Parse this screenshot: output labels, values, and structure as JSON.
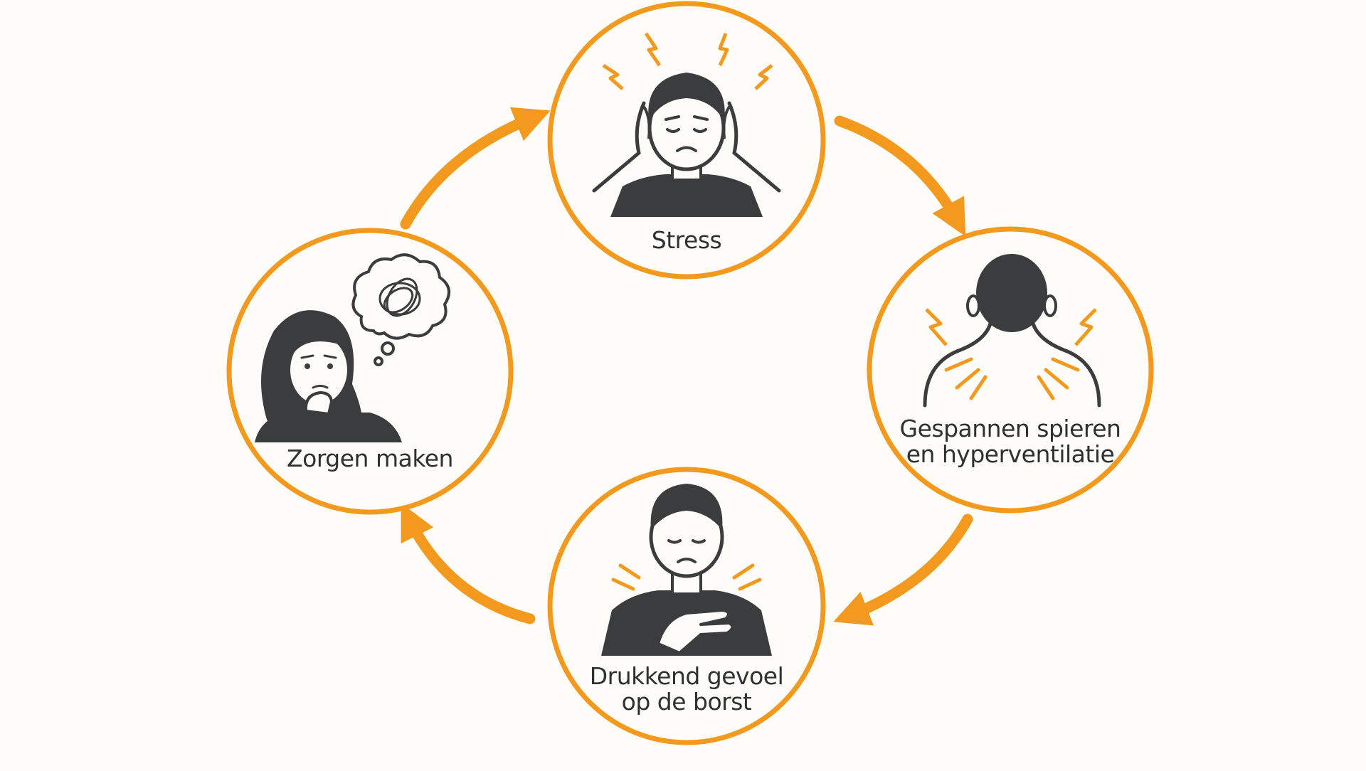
{
  "colors": {
    "background": "#fdfcf9",
    "accent": "#f39a1e",
    "icon": "#3a3c3e",
    "text": "#2e3032"
  },
  "cycle": {
    "direction": "clockwise",
    "nodes": [
      {
        "id": "stress",
        "label": "Stress",
        "icon": "person-holding-head-icon"
      },
      {
        "id": "muscles",
        "label": "Gespannen spieren\nen hyperventilatie",
        "icon": "tense-shoulders-icon"
      },
      {
        "id": "chest",
        "label": "Drukkend gevoel\nop de borst",
        "icon": "hand-on-chest-icon"
      },
      {
        "id": "worry",
        "label": "Zorgen maken",
        "icon": "worried-woman-thought-bubble-icon"
      }
    ]
  }
}
